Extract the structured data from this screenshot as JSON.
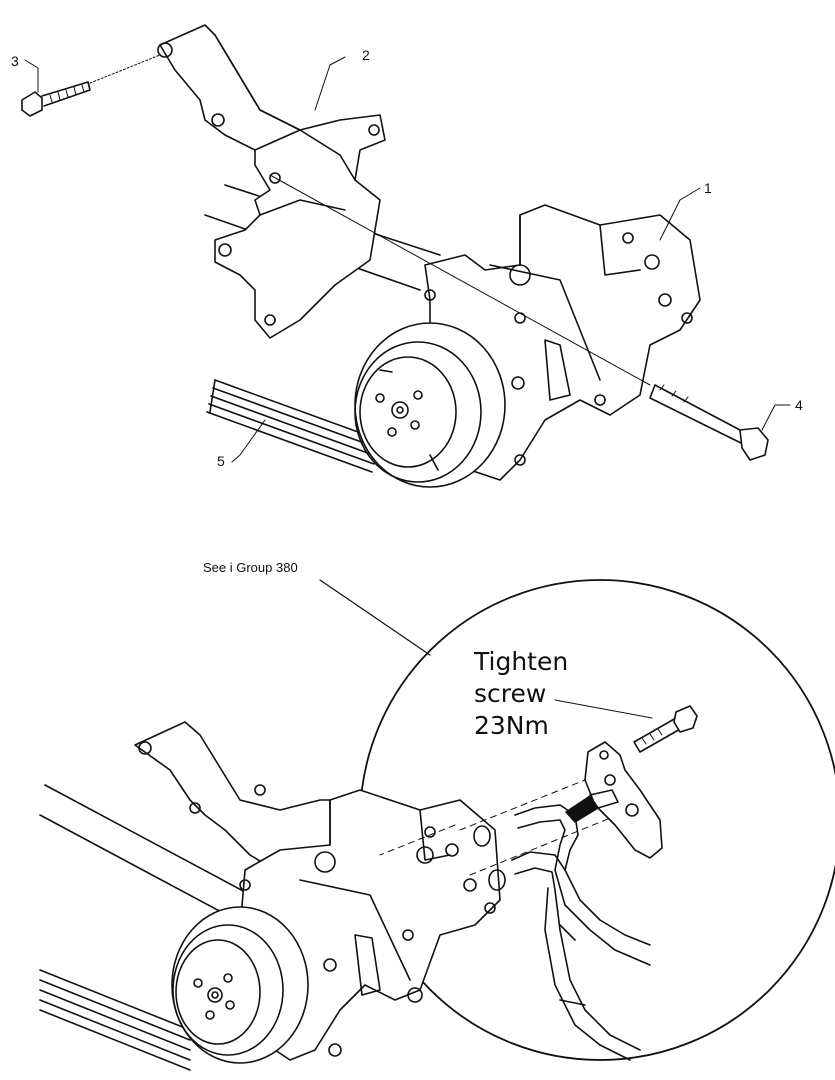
{
  "callouts": {
    "c1": "1",
    "c2": "2",
    "c3": "3",
    "c4": "4",
    "c5": "5"
  },
  "reference": {
    "text": "See i Group 380"
  },
  "torque_note": {
    "line1": "Tighten",
    "line2": "screw",
    "line3": "23Nm"
  },
  "colors": {
    "ink": "#111111",
    "background": "#ffffff"
  },
  "parts": [
    {
      "icon": "compressor",
      "callout": "1"
    },
    {
      "icon": "mounting-bracket",
      "callout": "2"
    },
    {
      "icon": "bolt",
      "callout": "3"
    },
    {
      "icon": "long-bolt",
      "callout": "4"
    },
    {
      "icon": "drive-belt",
      "callout": "5"
    }
  ]
}
